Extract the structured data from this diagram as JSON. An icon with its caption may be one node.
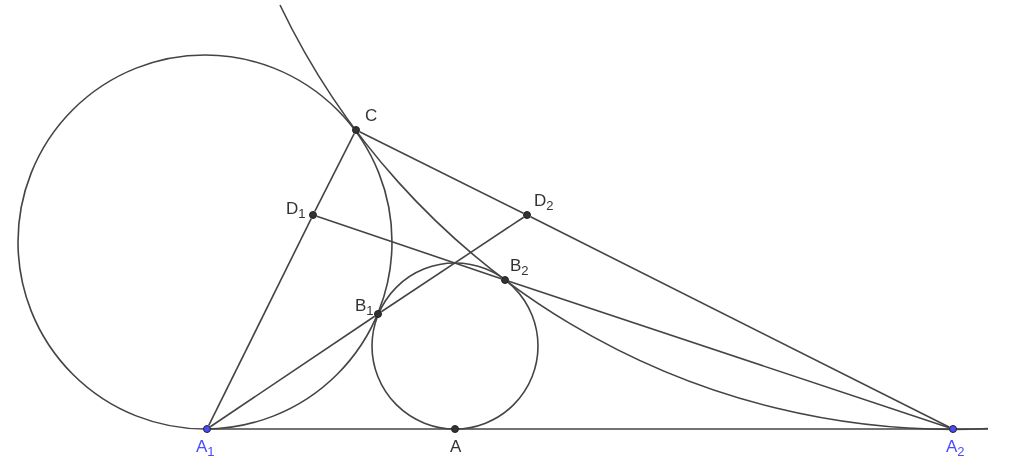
{
  "diagram": {
    "nodes": [
      {
        "text": [
          "C"
        ]
      },
      {
        "text": [
          "D$_{1}$"
        ]
      },
      {
        "text": [
          "D$_{2}$"
        ]
      },
      {
        "text": [
          "B$_{2}$"
        ]
      },
      {
        "text": [
          "B$_{1}$"
        ]
      },
      {
        "text": [
          "A$_{1}$"
        ]
      },
      {
        "text": [
          "A"
        ]
      },
      {
        "text": [
          "A$_{2}$"
        ]
      }
    ],
    "edges": [
      {
        "from": 5,
        "to": 6,
        "arrow": "none"
      },
      {
        "from": 6,
        "to": 7,
        "arrow": "none"
      },
      {
        "from": 5,
        "to": 1,
        "arrow": "none"
      },
      {
        "from": 1,
        "to": 0,
        "arrow": "none"
      },
      {
        "from": 0,
        "to": 2,
        "arrow": "none"
      },
      {
        "from": 2,
        "to": 7,
        "arrow": "none"
      },
      {
        "from": 1,
        "to": 3,
        "arrow": "none"
      },
      {
        "from": 3,
        "to": 7,
        "arrow": "none"
      },
      {
        "from": 5,
        "to": 4,
        "arrow": "none"
      },
      {
        "from": 4,
        "to": 2,
        "arrow": "none"
      }
    ]
  }
}
